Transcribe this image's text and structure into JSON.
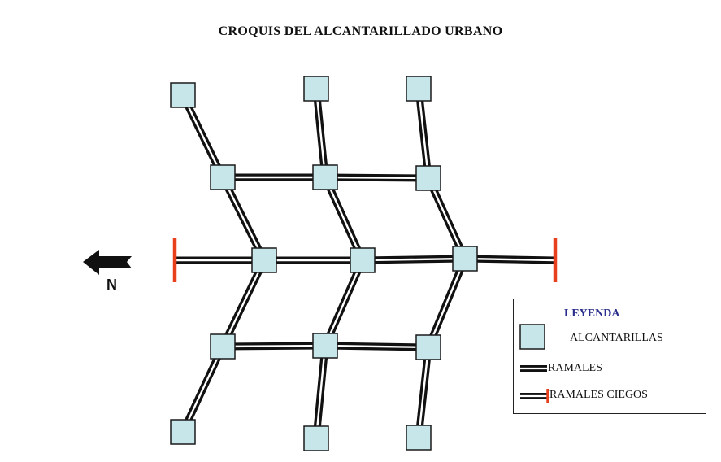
{
  "title": "CROQUIS DEL ALCANTARILLADO URBANO",
  "north_label": "N",
  "legend": {
    "title": "LEYENDA",
    "items": [
      {
        "label": "ALCANTARILLAS",
        "symbol": "sewer-box"
      },
      {
        "label": "RAMALES",
        "symbol": "branch-line"
      },
      {
        "label": "RAMALES CIEGOS",
        "symbol": "dead-end-branch"
      }
    ]
  },
  "colors": {
    "node_fill": "#c6e6ea",
    "node_stroke": "#1a1a1a",
    "pipe": "#111111",
    "dead_end": "#e8401c",
    "legend_title": "#2b2f8c"
  }
}
